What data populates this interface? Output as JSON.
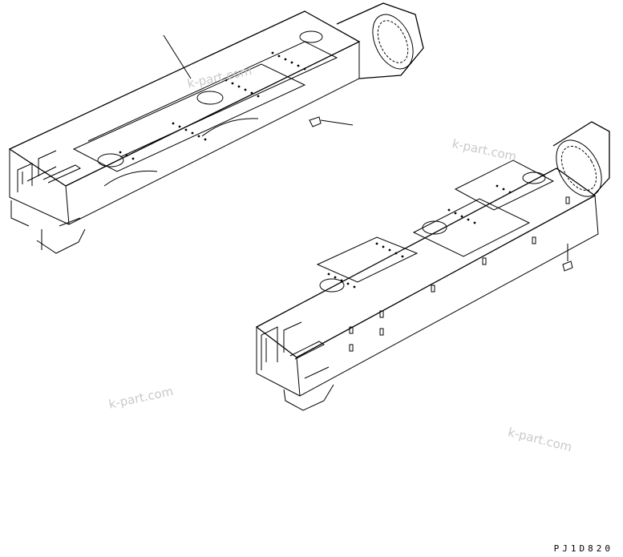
{
  "watermarks": [
    "k-part.com",
    "k-part.com",
    "k-part.com",
    "k-part.com"
  ],
  "drawing_code": "PJ1D820",
  "colors": {
    "line": "#000000",
    "background": "#ffffff",
    "watermark": "#c9c9c9"
  }
}
